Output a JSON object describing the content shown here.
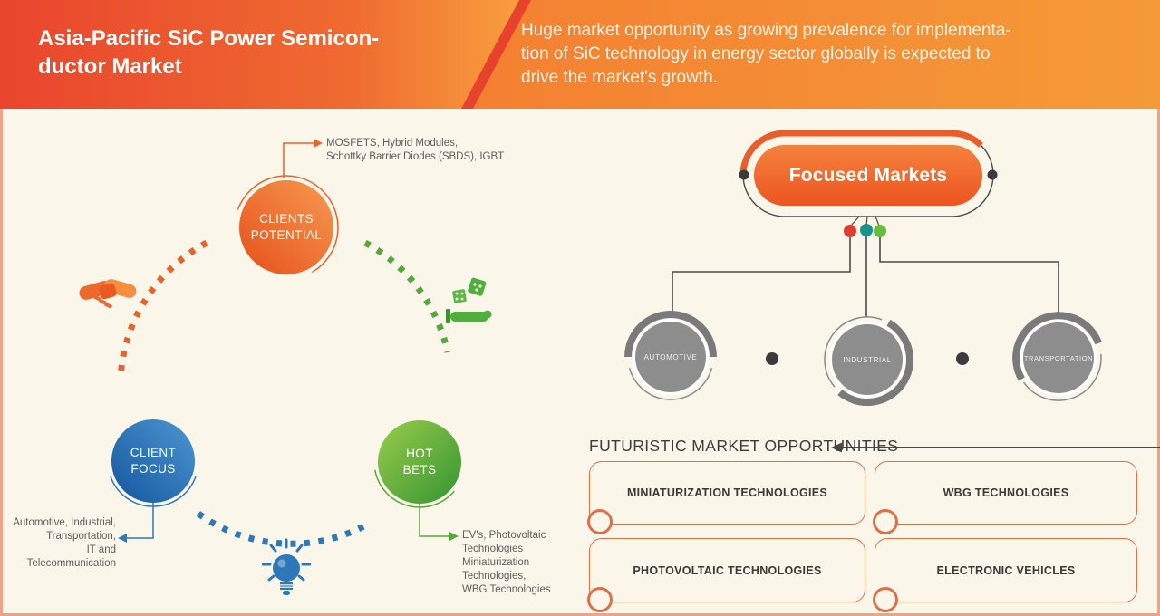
{
  "header": {
    "title_lines": [
      "Asia-Pacific SiC Power Semicon-",
      "ductor Market"
    ],
    "description_lines": [
      "Huge market opportunity as growing prevalence for implementa-",
      "tion of SiC technology in energy sector globally is expected to",
      "drive the market's growth."
    ]
  },
  "strategy": {
    "clients_potential_label_lines": [
      "CLIENTS",
      "POTENTIAL"
    ],
    "clients_potential_note_lines": [
      "MOSFETS, Hybrid Modules,",
      "Schottky Barrier Diodes (SBDS), IGBT"
    ],
    "client_focus_label_lines": [
      "CLIENT",
      "FOCUS"
    ],
    "client_focus_note_lines": [
      "Automotive, Industrial,",
      "Transportation,",
      "IT and",
      "Telecommunication"
    ],
    "hot_bets_label_lines": [
      "HOT",
      "BETS"
    ],
    "hot_bets_note_lines": [
      "EV's, Photovoltaic",
      "Technologies",
      "Miniaturization",
      "Technologies,",
      "WBG Technologies"
    ],
    "icons": [
      "handshake-icon",
      "hand-with-dice-icon",
      "lightbulb-icon"
    ]
  },
  "focused_markets": {
    "label": "Focused Markets",
    "markets": [
      "AUTOMOTIVE",
      "INDUSTRIAL",
      "TRANSPORTATION"
    ]
  },
  "opportunities": {
    "heading": "FUTURISTIC MARKET OPPORTUNITIES",
    "items": [
      "MINIATURIZATION TECHNOLOGIES",
      "WBG TECHNOLOGIES",
      "PHOTOVOLTAIC TECHNOLOGIES",
      "ELECTRONIC VEHICLES"
    ]
  },
  "colors": {
    "header_left_start": "#E9452E",
    "header_left_end": "#F89F3E",
    "header_right": "#F2702C",
    "header_stripe": "#E7432C",
    "background": "#FBF6EA",
    "panel_border": "#F0A287",
    "orange": "#E8622D",
    "blue": "#2E77B8",
    "green": "#57A83B",
    "gray_circle": "#8D8D8D",
    "dark_line": "#4A4A4A",
    "dot_red": "#E23B30",
    "dot_teal": "#17958A",
    "dot_green": "#67BC3D",
    "box_border": "#DE7048",
    "pill_orange": "#EF5E28"
  }
}
